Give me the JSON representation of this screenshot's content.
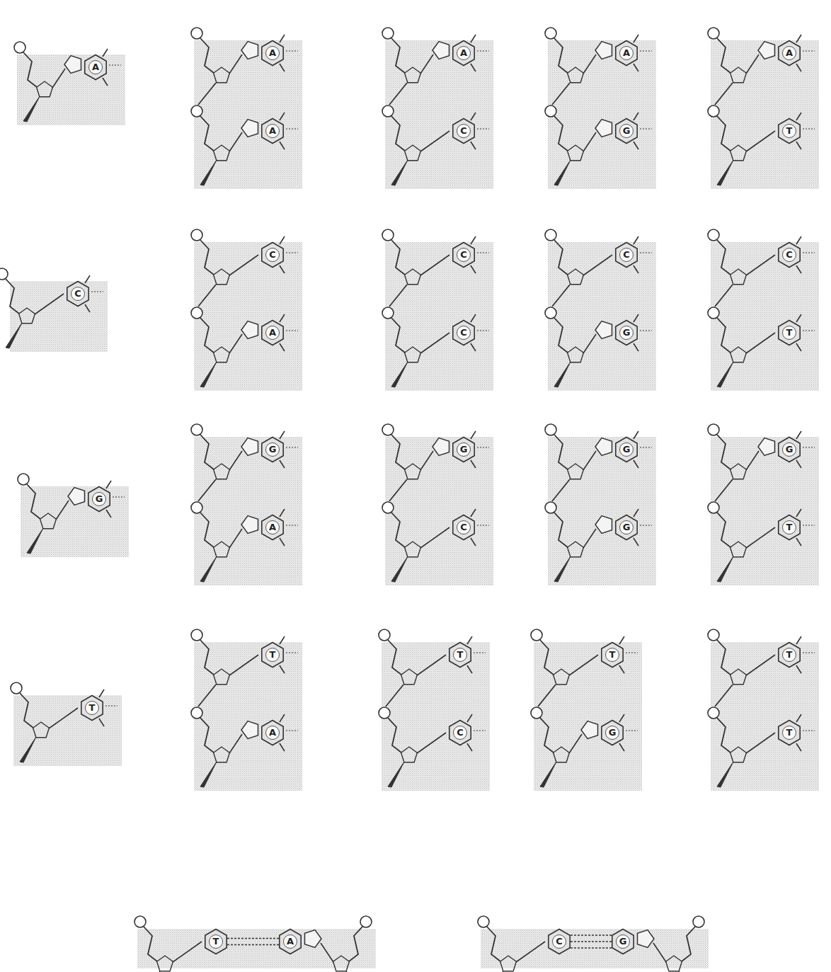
{
  "diagram": {
    "nodes": [
      {
        "text": [
          "A"
        ]
      },
      {
        "text": [
          "A"
        ]
      },
      {
        "text": [
          "A"
        ]
      },
      {
        "text": [
          "A"
        ]
      },
      {
        "text": [
          "C"
        ]
      },
      {
        "text": [
          "A"
        ]
      },
      {
        "text": [
          "G"
        ]
      },
      {
        "text": [
          "A"
        ]
      },
      {
        "text": [
          "T"
        ]
      },
      {
        "text": [
          "C"
        ]
      },
      {
        "text": [
          "C"
        ]
      },
      {
        "text": [
          "A"
        ]
      },
      {
        "text": [
          "C"
        ]
      },
      {
        "text": [
          "C"
        ]
      },
      {
        "text": [
          "C"
        ]
      },
      {
        "text": [
          "G"
        ]
      },
      {
        "text": [
          "C"
        ]
      },
      {
        "text": [
          "T"
        ]
      },
      {
        "text": [
          "G"
        ]
      },
      {
        "text": [
          "G"
        ]
      },
      {
        "text": [
          "A"
        ]
      },
      {
        "text": [
          "G"
        ]
      },
      {
        "text": [
          "C"
        ]
      },
      {
        "text": [
          "G"
        ]
      },
      {
        "text": [
          "G"
        ]
      },
      {
        "text": [
          "G"
        ]
      },
      {
        "text": [
          "T"
        ]
      },
      {
        "text": [
          "T"
        ]
      },
      {
        "text": [
          "T"
        ]
      },
      {
        "text": [
          "A"
        ]
      },
      {
        "text": [
          "T"
        ]
      },
      {
        "text": [
          "C"
        ]
      },
      {
        "text": [
          "T"
        ]
      },
      {
        "text": [
          "G"
        ]
      },
      {
        "text": [
          "T"
        ]
      },
      {
        "text": [
          "T"
        ]
      },
      {
        "text": [
          "T"
        ]
      },
      {
        "text": [
          "A"
        ]
      },
      {
        "text": [
          "C"
        ]
      },
      {
        "text": [
          "G"
        ]
      }
    ],
    "edges": [
      {
        "from": 36,
        "to": 37,
        "arrow": "none"
      },
      {
        "from": 38,
        "to": 39,
        "arrow": "none"
      }
    ]
  }
}
